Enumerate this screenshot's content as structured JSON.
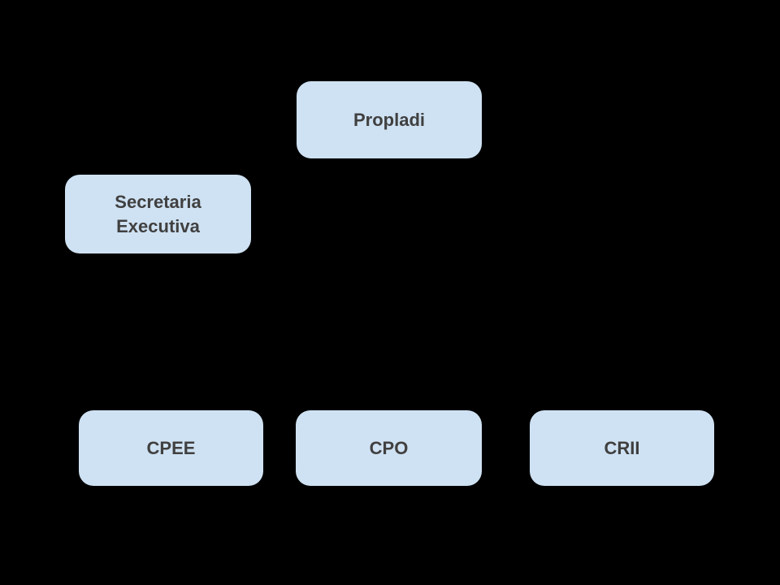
{
  "canvas": {
    "background_color": "#000000"
  },
  "diagram": {
    "type": "org-chart",
    "node_fill_color": "#cfe2f3",
    "node_text_color": "#404040",
    "nodes": [
      {
        "id": "propladi",
        "label": "Propladi"
      },
      {
        "id": "secretaria-executiva",
        "label": "Secretaria Executiva"
      },
      {
        "id": "cpee",
        "label": "CPEE"
      },
      {
        "id": "cpo",
        "label": "CPO"
      },
      {
        "id": "crii",
        "label": "CRII"
      }
    ]
  }
}
